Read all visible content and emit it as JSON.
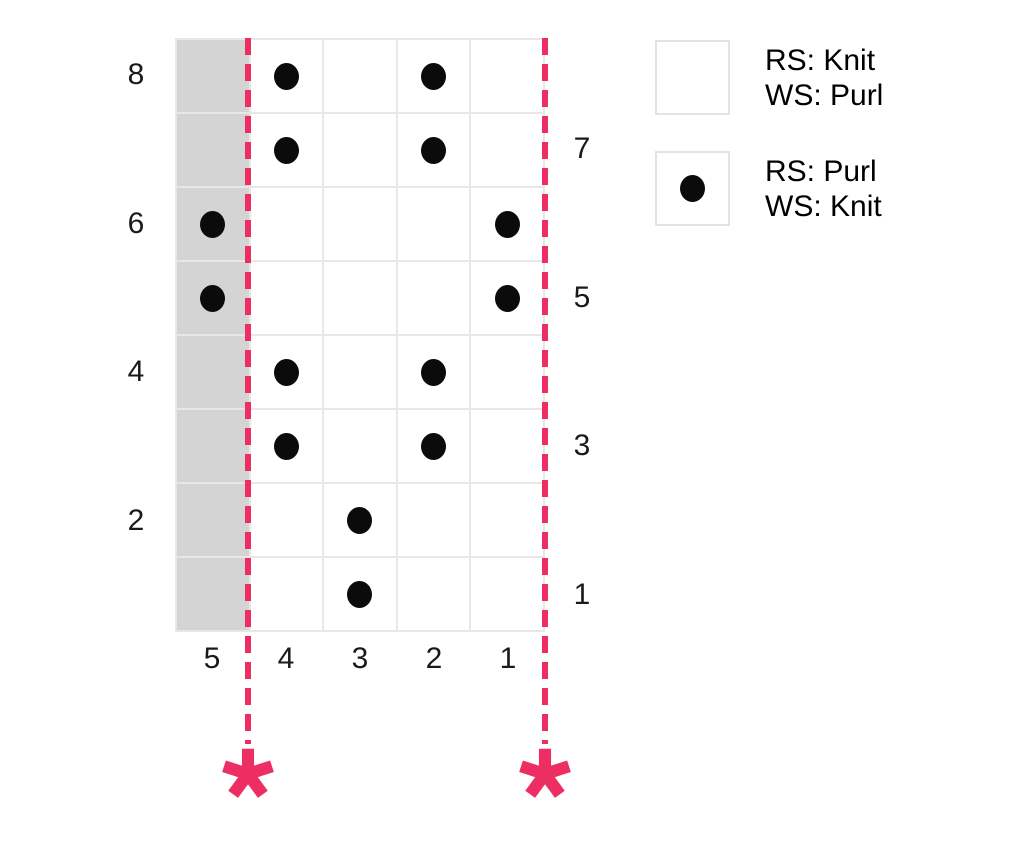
{
  "grid": {
    "column_labels": [
      "5",
      "4",
      "3",
      "2",
      "1"
    ],
    "shaded_column": "5",
    "rows": [
      {
        "number": "8",
        "side": "left",
        "dot_columns": [
          4,
          2
        ]
      },
      {
        "number": "7",
        "side": "right",
        "dot_columns": [
          4,
          2
        ]
      },
      {
        "number": "6",
        "side": "left",
        "dot_columns": [
          5,
          1
        ]
      },
      {
        "number": "5",
        "side": "right",
        "dot_columns": [
          5,
          1
        ]
      },
      {
        "number": "4",
        "side": "left",
        "dot_columns": [
          4,
          2
        ]
      },
      {
        "number": "3",
        "side": "right",
        "dot_columns": [
          4,
          2
        ]
      },
      {
        "number": "2",
        "side": "left",
        "dot_columns": [
          3
        ]
      },
      {
        "number": "1",
        "side": "right",
        "dot_columns": [
          3
        ]
      }
    ]
  },
  "legend": {
    "items": [
      {
        "symbol": "blank-square",
        "line1": "RS: Knit",
        "line2": "WS: Purl"
      },
      {
        "symbol": "dot-square",
        "line1": "RS: Purl",
        "line2": "WS: Knit"
      }
    ]
  },
  "repeat_markers": {
    "icon": "asterisk",
    "count": 2
  },
  "colors": {
    "accent_pink": "#ED2E63",
    "no_stitch_gray": "#D4D4D4",
    "grid_line": "#E7E7E7",
    "symbol_black": "#0B0B0B"
  }
}
